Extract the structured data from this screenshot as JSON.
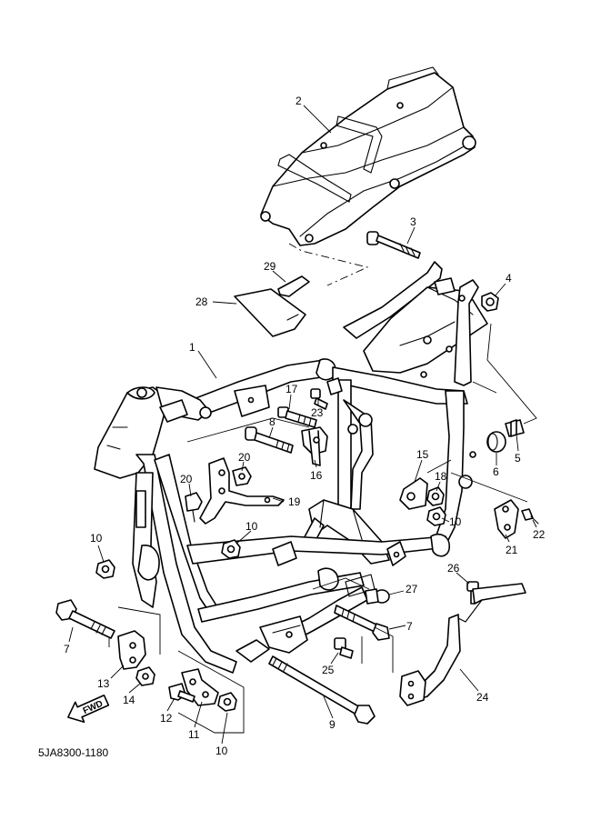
{
  "diagram": {
    "code": "5JA8300-1180",
    "fwd_label": "FWD",
    "callouts": [
      "1",
      "2",
      "3",
      "4",
      "5",
      "6",
      "7",
      "7",
      "8",
      "9",
      "10",
      "10",
      "10",
      "10",
      "11",
      "12",
      "13",
      "14",
      "15",
      "16",
      "17",
      "18",
      "19",
      "20",
      "20",
      "21",
      "22",
      "23",
      "24",
      "25",
      "26",
      "27",
      "28",
      "29"
    ]
  }
}
